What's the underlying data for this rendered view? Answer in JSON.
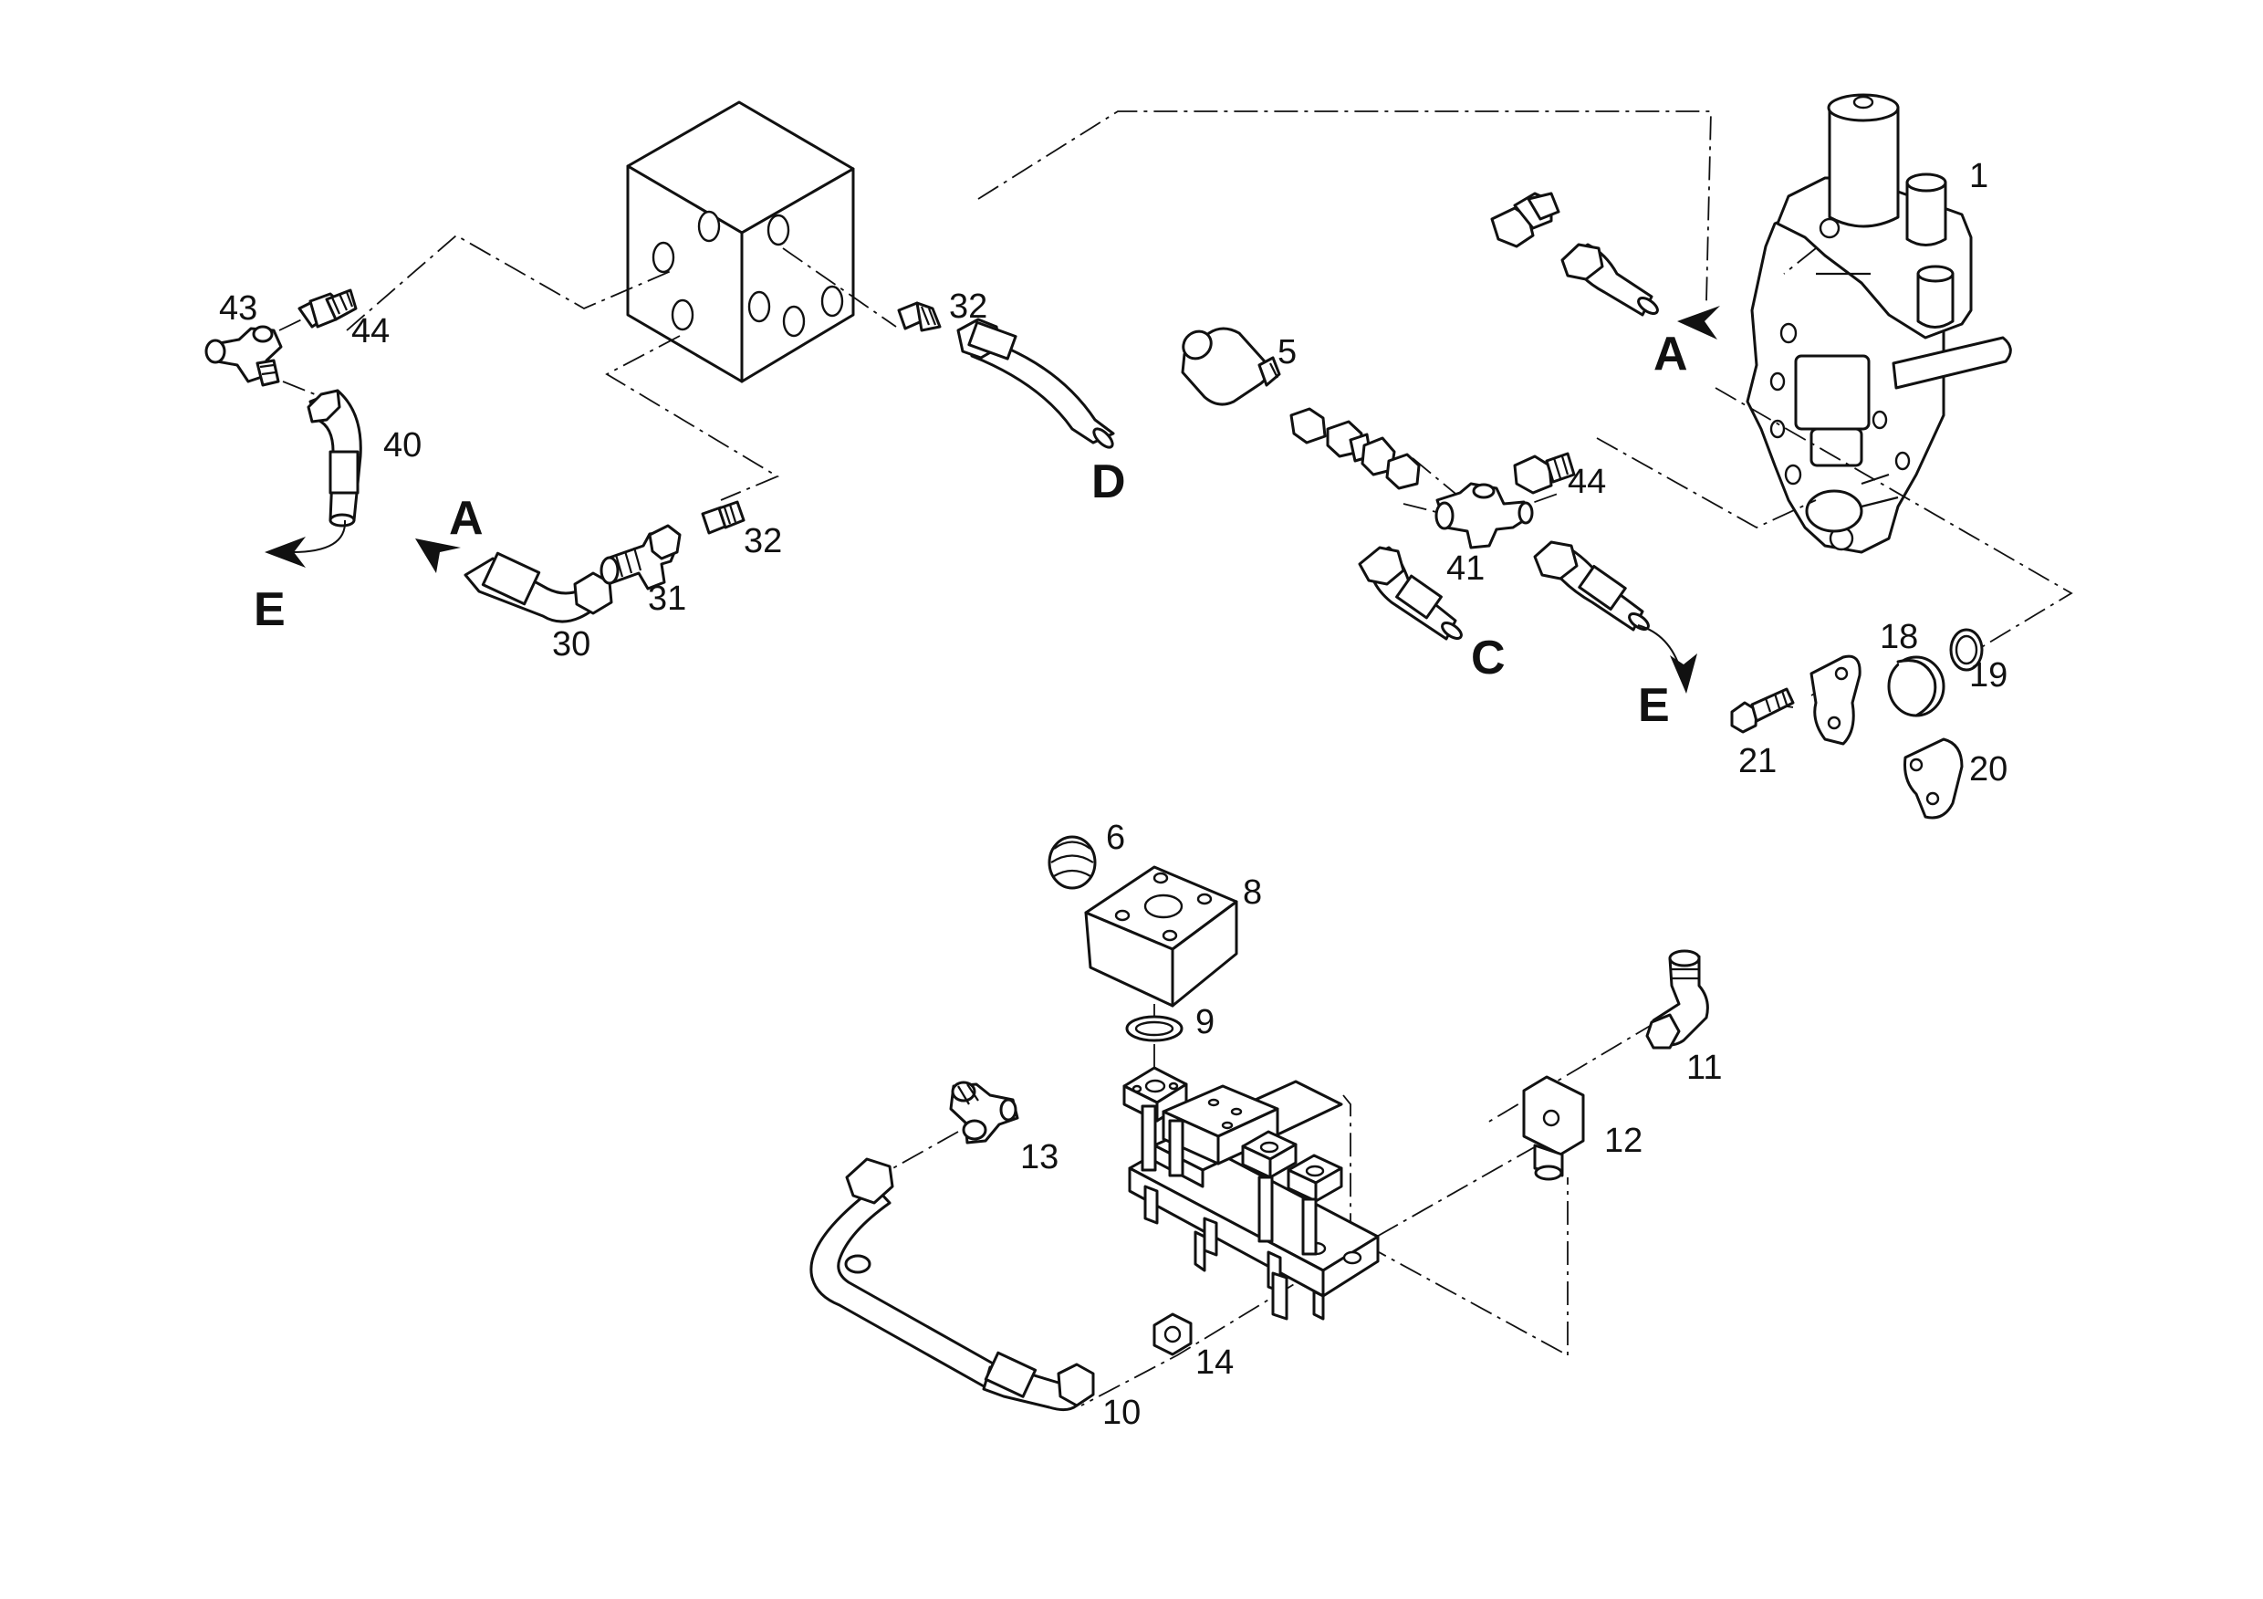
{
  "labels": {
    "n1": "1",
    "n5": "5",
    "n6": "6",
    "n8": "8",
    "n9": "9",
    "n10": "10",
    "n11": "11",
    "n12": "12",
    "n13": "13",
    "n14": "14",
    "n18": "18",
    "n19": "19",
    "n20": "20",
    "n21": "21",
    "n30": "30",
    "n31": "31",
    "n32a": "32",
    "n32b": "32",
    "n40": "40",
    "n41": "41",
    "n43": "43",
    "n44a": "44",
    "n44b": "44"
  },
  "letters": {
    "a_left": "A",
    "a_right": "A",
    "c": "C",
    "d": "D",
    "e_left": "E",
    "e_right": "E"
  }
}
